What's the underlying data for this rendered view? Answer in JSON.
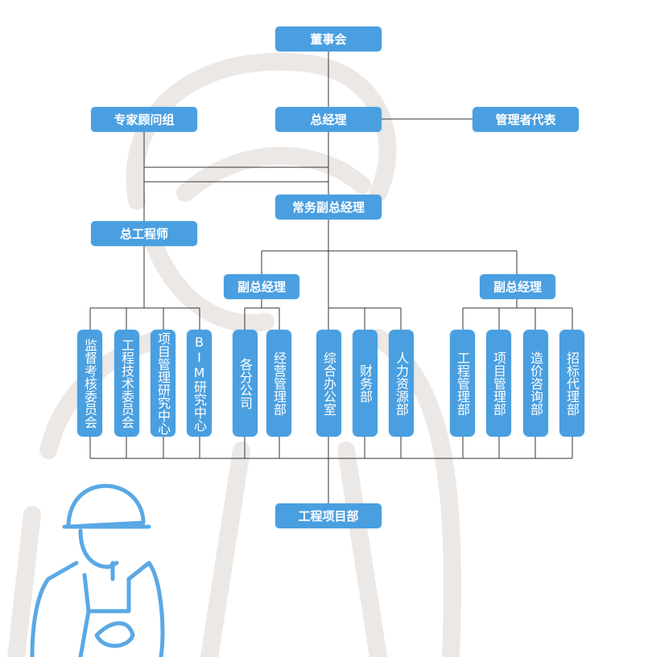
{
  "colors": {
    "box": "#4a9fe0",
    "line": "#333333"
  },
  "top": {
    "board": "董事会",
    "gm": "总经理",
    "experts": "专家顾问组",
    "rep": "管理者代表",
    "exec_vp": "常务副总经理",
    "chief_engineer": "总工程师",
    "vp_left": "副总经理",
    "vp_right": "副总经理",
    "project_dept": "工程项目部"
  },
  "departments": [
    "监督考核委员会",
    "工程技术委员会",
    "项目管理研究中心",
    "BIM研究中心",
    "各分公司",
    "经营管理部",
    "综合办公室",
    "财务部",
    "人力资源部",
    "工程管理部",
    "项目管理部",
    "造价咨询部",
    "招标代理部"
  ]
}
